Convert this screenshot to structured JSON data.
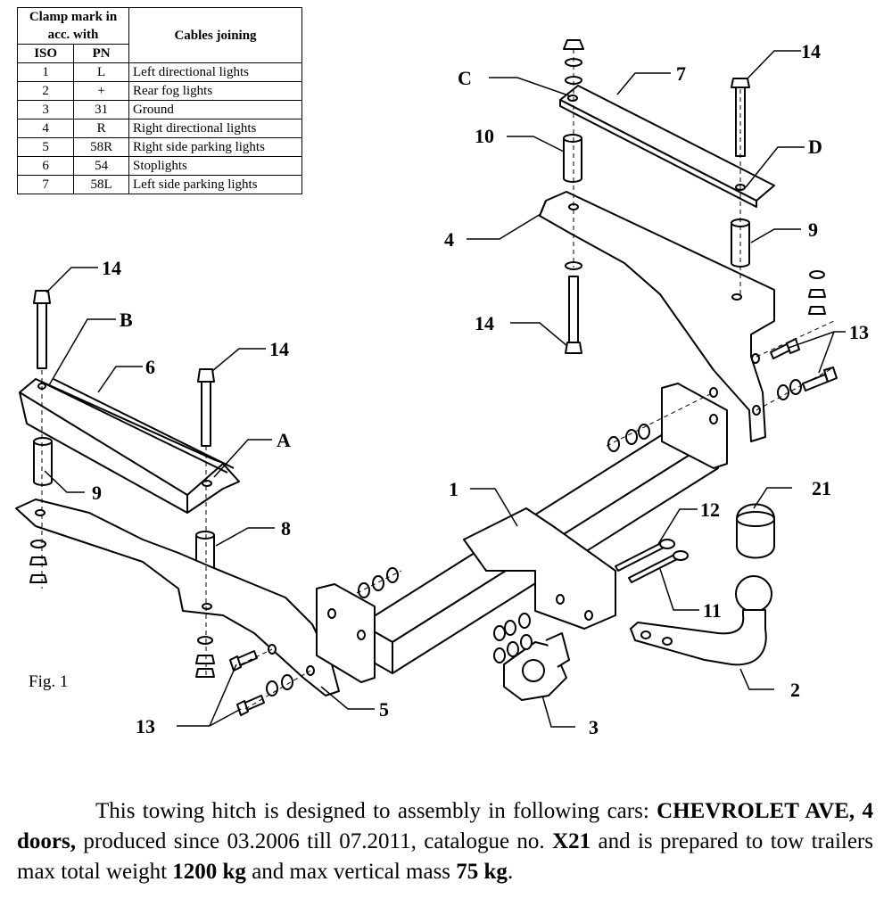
{
  "table": {
    "header_clamp": "Clamp mark in acc. with",
    "header_cables": "Cables joining",
    "header_iso": "ISO",
    "header_pn": "PN",
    "rows": [
      {
        "iso": "1",
        "pn": "L",
        "cable": "Left directional lights"
      },
      {
        "iso": "2",
        "pn": "+",
        "cable": "Rear fog lights"
      },
      {
        "iso": "3",
        "pn": "31",
        "cable": "Ground"
      },
      {
        "iso": "4",
        "pn": "R",
        "cable": "Right directional lights"
      },
      {
        "iso": "5",
        "pn": "58R",
        "cable": "Right side parking lights"
      },
      {
        "iso": "6",
        "pn": "54",
        "cable": "Stoplights"
      },
      {
        "iso": "7",
        "pn": "58L",
        "cable": "Left side parking lights"
      }
    ]
  },
  "figure": {
    "caption": "Fig. 1",
    "labels": {
      "l1": "1",
      "l2": "2",
      "l3": "3",
      "l4": "4",
      "l5": "5",
      "l6": "6",
      "l7": "7",
      "l8": "8",
      "l9a": "9",
      "l9b": "9",
      "l10": "10",
      "l11": "11",
      "l12": "12",
      "l13a": "13",
      "l13b": "13",
      "l14a": "14",
      "l14b": "14",
      "l14c": "14",
      "l14d": "14",
      "l21": "21",
      "lA": "A",
      "lB": "B",
      "lC": "C",
      "lD": "D"
    }
  },
  "description": {
    "p1": "This towing hitch is designed to assembly in following cars:",
    "car": "CHEVROLET AVE, 4 doors,",
    "p2": " produced since 03.2006 till 07.2011, catalogue no. ",
    "catalog": "X21",
    "p3": " and is prepared to tow trailers max total weight ",
    "weight": "1200 kg",
    "p4": " and max vertical mass ",
    "vmass": "75 kg",
    "p5": "."
  }
}
